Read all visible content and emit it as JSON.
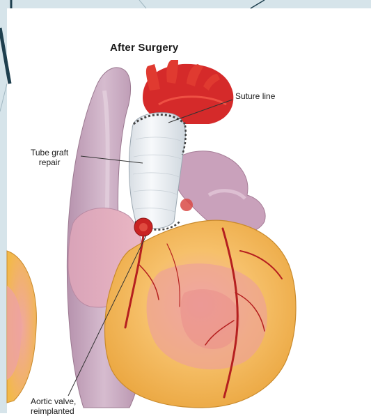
{
  "diagram": {
    "title": "After Surgery",
    "labels": {
      "suture_line": "Suture line",
      "tube_graft": "Tube graft\nrepair",
      "aortic_valve": "Aortic valve,\nreimplanted"
    }
  },
  "colors": {
    "slide_background": "#d6e4ea",
    "slide_frame": "#1e3f4e",
    "heart_muscle": "#f2b94a",
    "heart_pink": "#e9a0a4",
    "aorta_red": "#d52a2a",
    "graft_white": "#eef2f5",
    "vena_cava": "#c7a6bf",
    "coronary_artery": "#b51f1f"
  },
  "icons": [
    "heart-illustration"
  ]
}
